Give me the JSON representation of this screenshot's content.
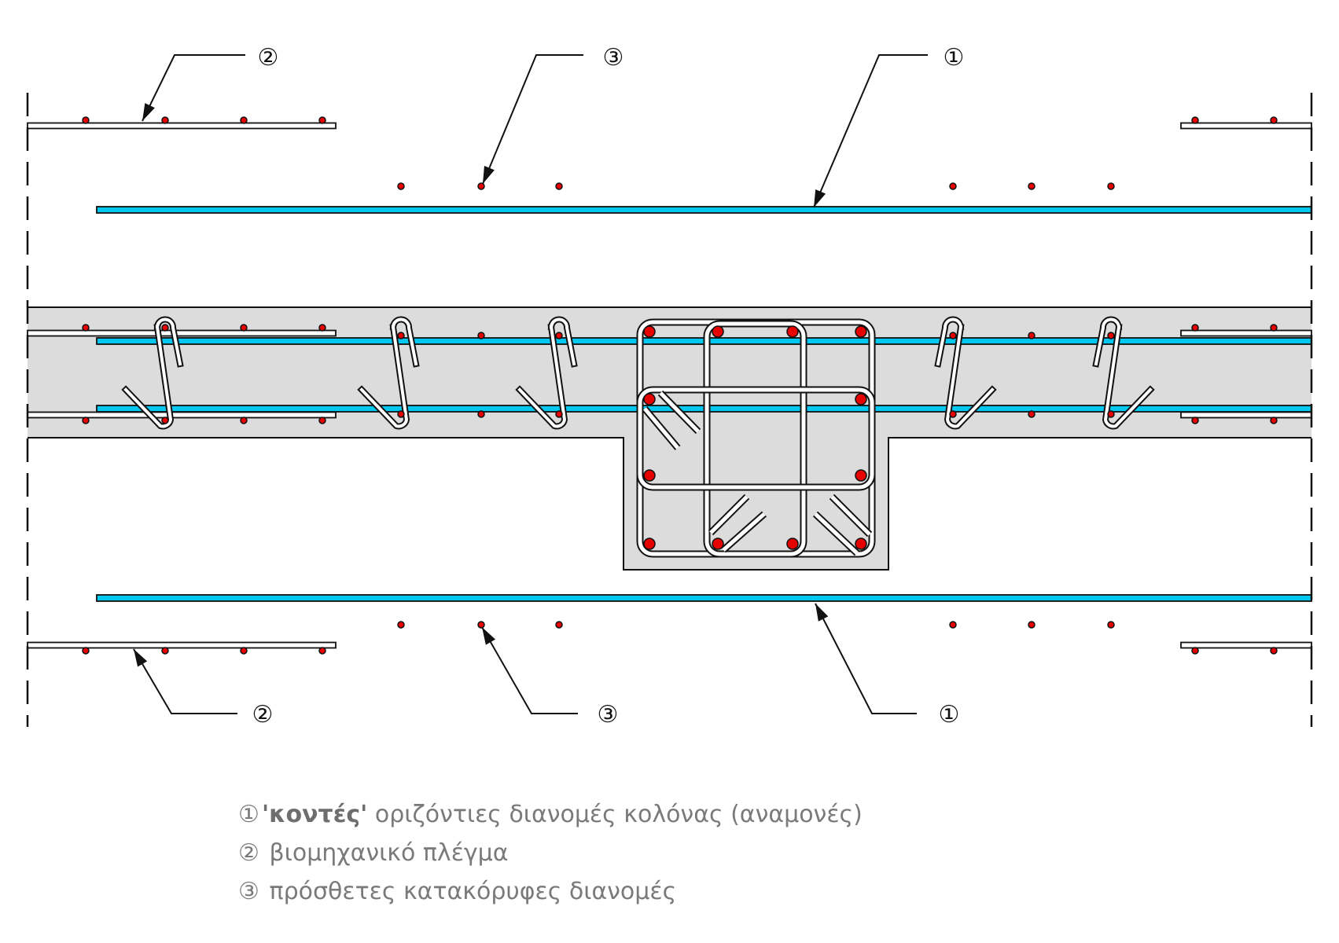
{
  "diagram": {
    "title": "Wall-column reinforcement detail (plan section)",
    "callouts": [
      {
        "id": "callout-1-top",
        "label": "①"
      },
      {
        "id": "callout-2-top",
        "label": "②"
      },
      {
        "id": "callout-3-top",
        "label": "③"
      },
      {
        "id": "callout-1-bottom",
        "label": "①"
      },
      {
        "id": "callout-2-bottom",
        "label": "②"
      },
      {
        "id": "callout-3-bottom",
        "label": "③"
      }
    ],
    "colors": {
      "concrete": "#dcdcdc",
      "horizontal_bar": "#00c8f0",
      "rebar_dot": "#e60000",
      "outline": "#111111",
      "mesh_fill": "#ffffff"
    }
  },
  "legend": {
    "items": [
      {
        "number": "①",
        "bold": "'κοντές'",
        "text": " οριζόντιες διανομές κολόνας (αναμονές)"
      },
      {
        "number": "②",
        "bold": "",
        "text": " βιομηχανικό πλέγμα"
      },
      {
        "number": "③",
        "bold": "",
        "text": " πρόσθετες κατακόρυφες διανομές"
      }
    ]
  }
}
